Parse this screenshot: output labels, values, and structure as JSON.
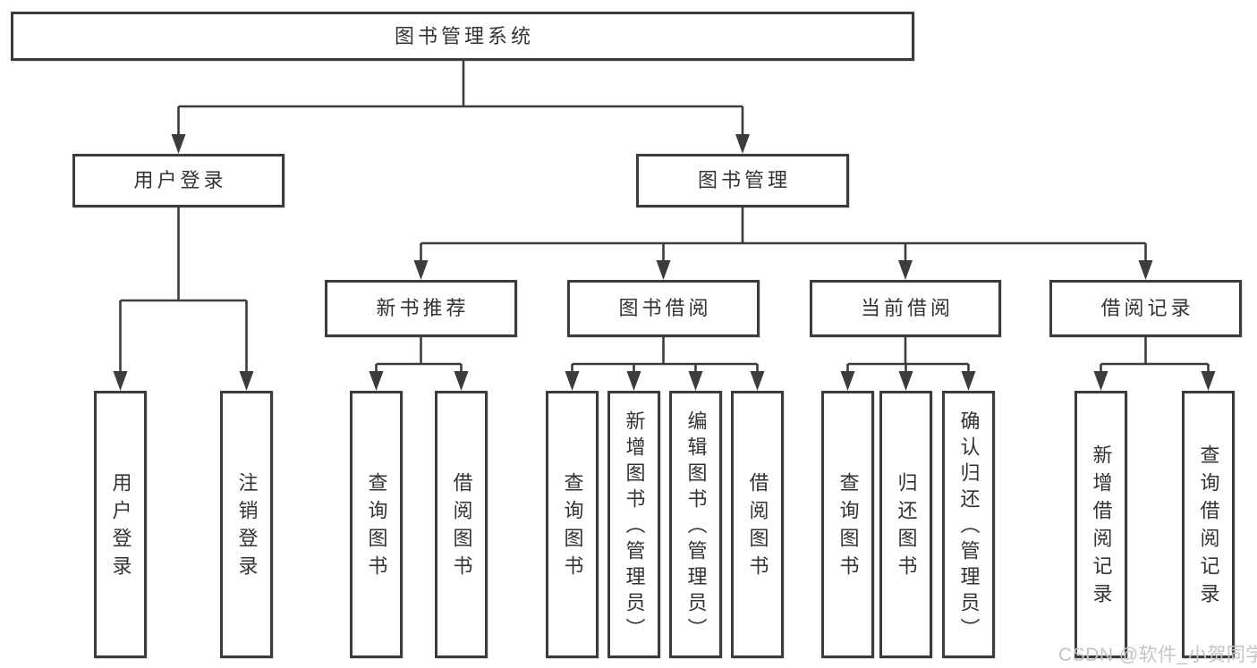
{
  "nodes": {
    "root": {
      "label": "图书管理系统"
    },
    "user_login": {
      "label": "用户登录"
    },
    "book_mgmt": {
      "label": "图书管理"
    },
    "new_book_rec": {
      "label": "新书推荐"
    },
    "book_borrow": {
      "label": "图书借阅"
    },
    "current_borrow": {
      "label": "当前借阅"
    },
    "borrow_records": {
      "label": "借阅记录"
    },
    "leaf_user_login": {
      "label": "用户登录"
    },
    "leaf_logout": {
      "label": "注销登录"
    },
    "leaf_rec_query": {
      "label": "查询图书"
    },
    "leaf_rec_borrow": {
      "label": "借阅图书"
    },
    "leaf_bb_query": {
      "label": "查询图书"
    },
    "leaf_bb_add": {
      "label": "新增图书（管理员）"
    },
    "leaf_bb_edit": {
      "label": "编辑图书（管理员）"
    },
    "leaf_bb_borrow": {
      "label": "借阅图书"
    },
    "leaf_cb_query": {
      "label": "查询图书"
    },
    "leaf_cb_return": {
      "label": "归还图书"
    },
    "leaf_cb_confirm": {
      "label": "确认归还（管理员）"
    },
    "leaf_br_add": {
      "label": "新增借阅记录"
    },
    "leaf_br_query": {
      "label": "查询借阅记录"
    }
  },
  "hierarchy": {
    "图书管理系统": {
      "用户登录": [
        "用户登录",
        "注销登录"
      ],
      "图书管理": {
        "新书推荐": [
          "查询图书",
          "借阅图书"
        ],
        "图书借阅": [
          "查询图书",
          "新增图书（管理员）",
          "编辑图书（管理员）",
          "借阅图书"
        ],
        "当前借阅": [
          "查询图书",
          "归还图书",
          "确认归还（管理员）"
        ],
        "借阅记录": [
          "新增借阅记录",
          "查询借阅记录"
        ]
      }
    }
  },
  "watermark": {
    "text": "CSDN @软件_小贺同学",
    "color": "#c8c3c3"
  },
  "colors": {
    "line": "#3c3c3c",
    "border": "#3c3c3c",
    "text": "#333333",
    "background": "#ffffff"
  }
}
